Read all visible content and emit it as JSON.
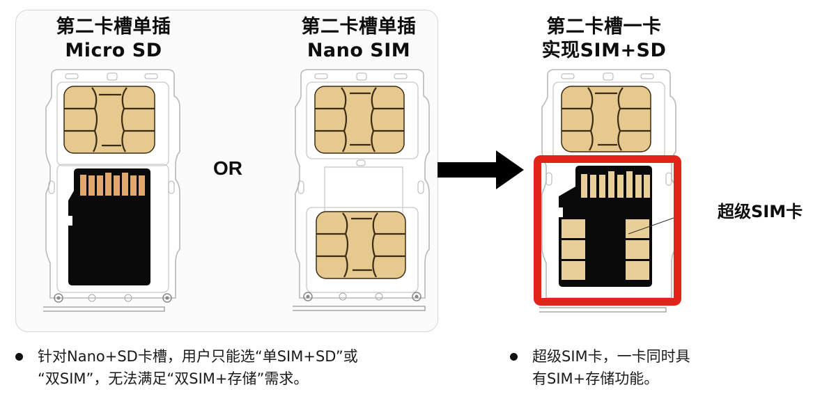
{
  "left_panel": {
    "option_a": {
      "title_line1": "第二卡槽单插",
      "title_line2": "Micro SD",
      "slot1": "nano-sim-card",
      "slot2": "micro-sd-card"
    },
    "separator": "OR",
    "option_b": {
      "title_line1": "第二卡槽单插",
      "title_line2": "Nano SIM",
      "slot1": "nano-sim-card",
      "slot2": "nano-sim-card"
    }
  },
  "arrow": {
    "icon": "right-arrow-icon",
    "color": "#000000"
  },
  "right_panel": {
    "title_line1": "第二卡槽一卡",
    "title_line2": "实现SIM+SD",
    "slot1": "nano-sim-card",
    "slot2": "super-sim-card",
    "highlight_color": "#e2231a",
    "callout_label": "超级SIM卡"
  },
  "notes": {
    "left": {
      "line1": "针对Nano+SD卡槽，用户只能选“单SIM+SD”或",
      "line2": "“双SIM”，无法满足“双SIM+存储”需求。"
    },
    "right": {
      "line1": "超级SIM卡，一卡同时具",
      "line2": "有SIM+存储功能。"
    }
  },
  "colors": {
    "sim_gold": "#e6c98f",
    "sim_outline": "#3a2a12",
    "sd_black": "#0a0a0a",
    "tray_line": "#b8b8bc",
    "accent_red": "#e2231a"
  }
}
